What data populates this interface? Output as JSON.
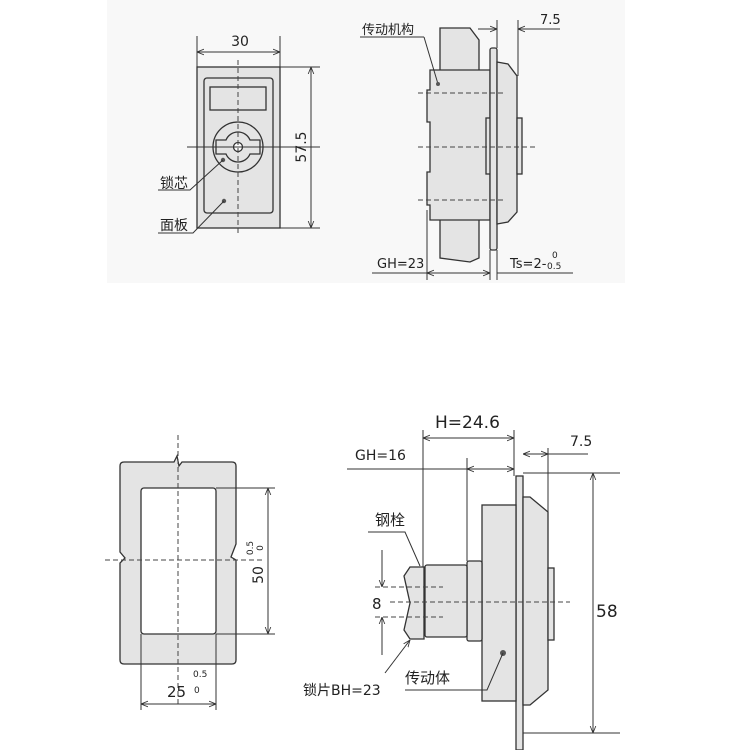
{
  "top_front_view": {
    "width_dim": "30",
    "height_dim": "57.5",
    "label_lock_core": "锁芯",
    "label_panel": "面板"
  },
  "top_side_view": {
    "label_mechanism": "传动机构",
    "depth_dim": "7.5",
    "gh_dim": "GH=23",
    "ts_dim": "Ts=2-",
    "ts_tol_upper": "0",
    "ts_tol_lower": "0.5"
  },
  "bottom_cutout_view": {
    "height_dim": "50",
    "height_tol_upper": "0.5",
    "height_tol_lower": "0",
    "width_dim": "25",
    "width_tol_upper": "0.5",
    "width_tol_lower": "0"
  },
  "bottom_side_view": {
    "h_dim": "H=24.6",
    "gh_dim": "GH=16",
    "depth_dim": "7.5",
    "height_dim": "58",
    "bolt_dim": "8",
    "label_bolt": "钢栓",
    "label_lock_plate": "锁片BH=23",
    "label_body": "传动体"
  }
}
